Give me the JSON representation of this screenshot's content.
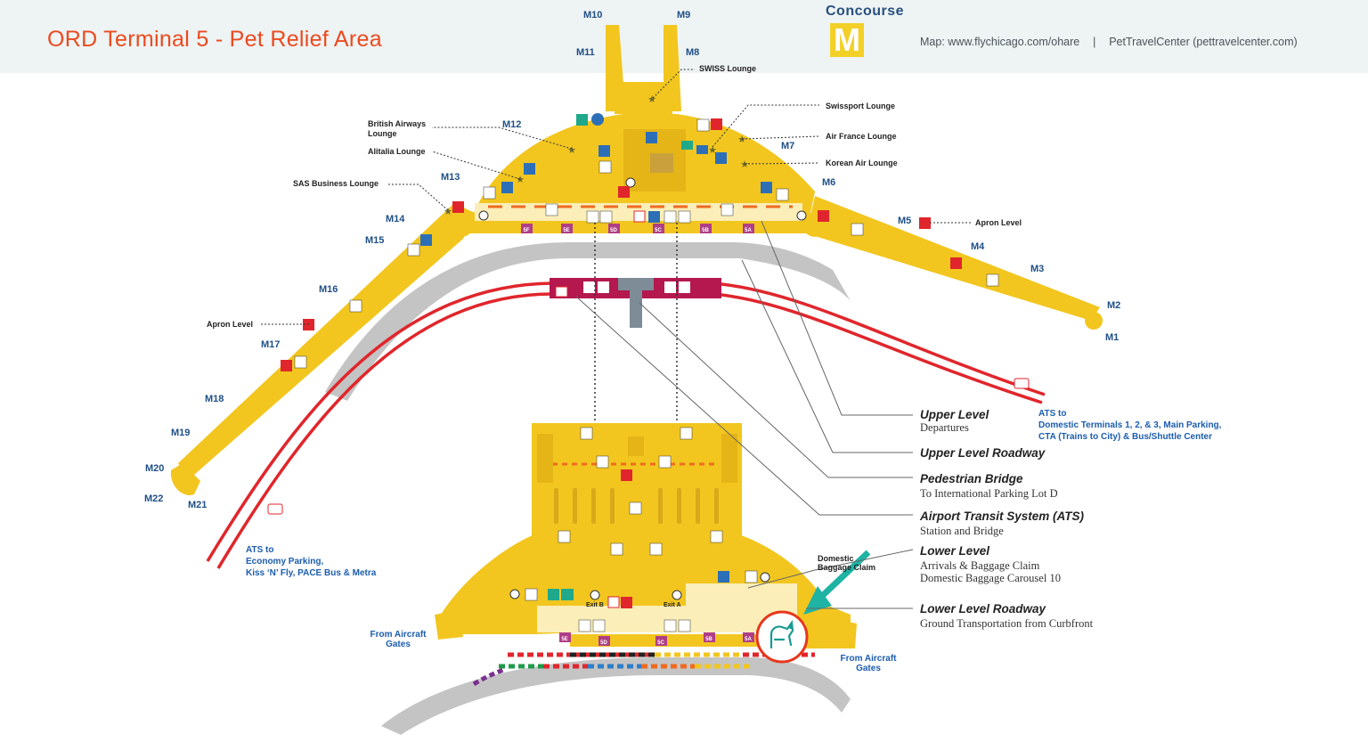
{
  "header": {
    "title": "ORD Terminal 5 - Pet Relief Area",
    "concourse_label": "Concourse",
    "concourse_letter": "M",
    "map_credit": "Map: www.flychicago.com/ohare",
    "separator": "|",
    "pet_credit": "PetTravelCenter (pettravelcenter.com)"
  },
  "gates": {
    "M1": "M1",
    "M2": "M2",
    "M3": "M3",
    "M4": "M4",
    "M5": "M5",
    "M6": "M6",
    "M7": "M7",
    "M8": "M8",
    "M9": "M9",
    "M10": "M10",
    "M11": "M11",
    "M12": "M12",
    "M13": "M13",
    "M14": "M14",
    "M15": "M15",
    "M16": "M16",
    "M17": "M17",
    "M18": "M18",
    "M19": "M19",
    "M20": "M20",
    "M21": "M21",
    "M22": "M22"
  },
  "lounges": {
    "swiss": "SWISS Lounge",
    "swissport": "Swissport Lounge",
    "air_france": "Air France Lounge",
    "korean_air": "Korean Air Lounge",
    "british_1": "British Airways",
    "british_2": "Lounge",
    "alitalia": "Alitalia Lounge",
    "sas": "SAS Business Lounge",
    "apron_right": "Apron Level",
    "apron_left": "Apron Level"
  },
  "ats": {
    "right_1": "ATS to",
    "right_2": "Domestic Terminals 1, 2, & 3, Main Parking,",
    "right_3": "CTA (Trains to City) & Bus/Shuttle Center",
    "left_1": "ATS to",
    "left_2": "Economy Parking,",
    "left_3": "Kiss ‘N’ Fly, PACE Bus & Metra"
  },
  "legend": [
    {
      "title": "Upper Level",
      "sub1": "Departures",
      "sub2": ""
    },
    {
      "title": "Upper Level Roadway",
      "sub1": "",
      "sub2": ""
    },
    {
      "title": "Pedestrian Bridge",
      "sub1": "To International Parking Lot D",
      "sub2": ""
    },
    {
      "title": "Airport Transit System (ATS)",
      "sub1": "Station and Bridge",
      "sub2": ""
    },
    {
      "title": "Lower Level",
      "sub1": "Arrivals & Baggage Claim",
      "sub2": "Domestic Baggage Carousel 10"
    },
    {
      "title": "Lower Level Roadway",
      "sub1": "Ground Transportation from Curbfront",
      "sub2": ""
    }
  ],
  "lower": {
    "domestic_1": "Domestic",
    "domestic_2": "Baggage Claim",
    "exit_b": "Exit B",
    "exit_a": "Exit A",
    "from_left_1": "From Aircraft",
    "from_left_2": "Gates",
    "from_right_1": "From Aircraft",
    "from_right_2": "Gates"
  },
  "doors": [
    "5F",
    "5E",
    "5D",
    "5C",
    "5B",
    "5A"
  ],
  "lower_doors": [
    "5E",
    "5D",
    "5C",
    "5B",
    "5A"
  ],
  "colors": {
    "title": "#ec4a1e",
    "terminal_yellow": "#f2c61f",
    "interior": "#fbeeb8",
    "roadway": "#c4c4c4",
    "ats_line": "#e0262c",
    "ats_station": "#b5174f",
    "pet_circle": "#e8361c",
    "pet_relief_icon": "#1a9a90",
    "arrow": "#1fb3a4",
    "gate_label": "#1f4f86"
  },
  "icons": {
    "pet_relief": "pet-relief-icon",
    "restroom": "restroom-icon",
    "elevator": "elevator-icon",
    "escalator": "escalator-icon",
    "info": "info-icon",
    "defibrillator": "defibrillator-icon",
    "lounge_star": "star-icon"
  }
}
